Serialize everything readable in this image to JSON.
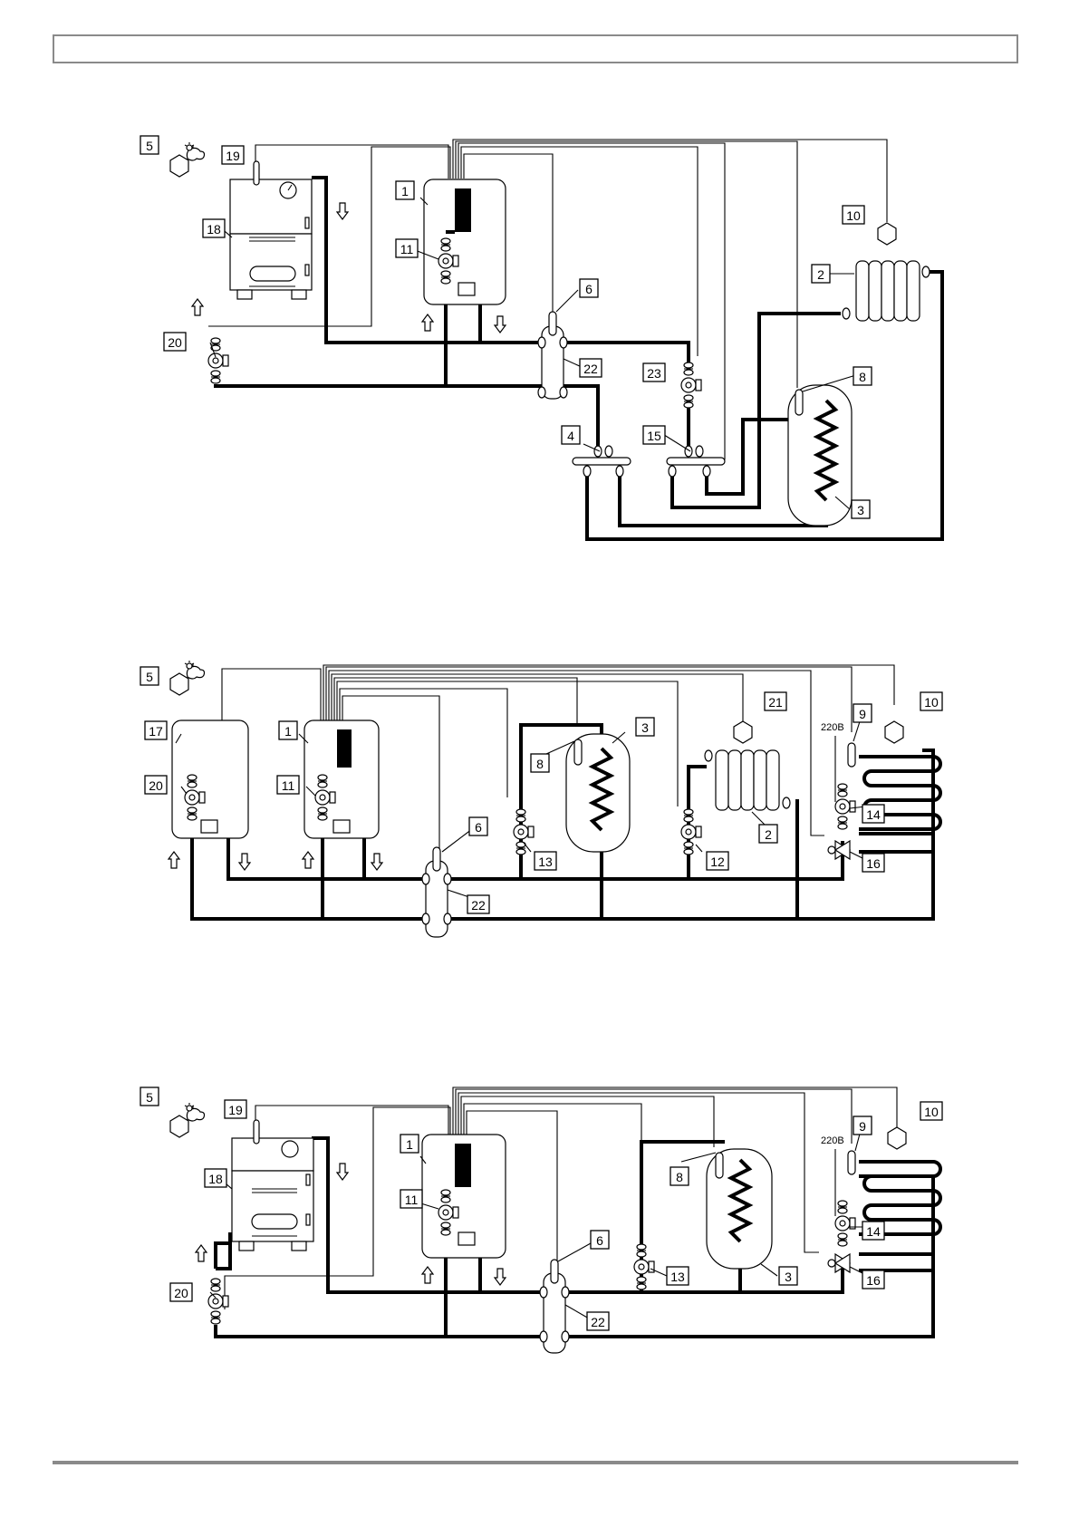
{
  "header": {
    "text": ""
  },
  "diagrams": [
    {
      "name": "boiler-with-gas-boiler-and-radiators",
      "labels": [
        "1",
        "2",
        "3",
        "4",
        "5",
        "6",
        "8",
        "10",
        "11",
        "15",
        "18",
        "19",
        "20",
        "22",
        "23"
      ]
    },
    {
      "name": "two-boilers-with-floor-heating",
      "labels": [
        "1",
        "2",
        "3",
        "5",
        "6",
        "8",
        "9",
        "10",
        "11",
        "12",
        "13",
        "14",
        "16",
        "17",
        "20",
        "21",
        "22"
      ],
      "voltage_label": "220B"
    },
    {
      "name": "solid-fuel-with-floor-heating",
      "labels": [
        "1",
        "3",
        "5",
        "6",
        "8",
        "9",
        "10",
        "11",
        "13",
        "14",
        "16",
        "18",
        "19",
        "20",
        "22"
      ],
      "voltage_label": "220B"
    }
  ],
  "colors": {
    "line": "#000000",
    "frame": "#8a8a8a",
    "background": "#ffffff"
  },
  "icons": [
    "outdoor-sensor-icon",
    "room-thermostat-icon",
    "pump-icon",
    "radiator-icon",
    "water-tank-icon",
    "hydraulic-separator-icon",
    "manifold-icon",
    "flow-arrow-icon",
    "mixing-valve-icon",
    "temperature-probe-icon"
  ]
}
